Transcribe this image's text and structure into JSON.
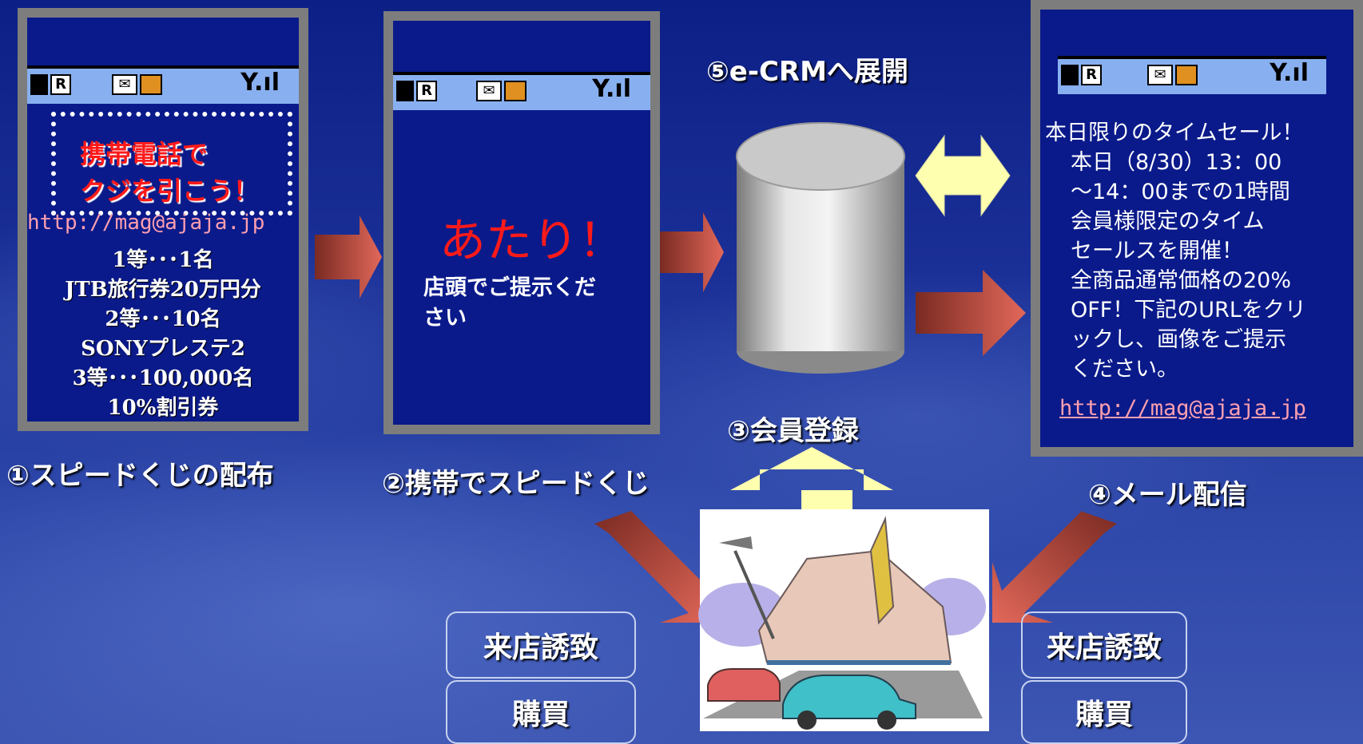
{
  "phone1": {
    "promo": [
      "携帯電話で",
      "クジを引こう！"
    ],
    "url": "http://mag@ajaja.jp",
    "prizes": [
      "1等･･･1名",
      "JTB旅行券20万円分",
      "2等･･･10名",
      "SONYプレステ2",
      "3等･･･100,000名",
      "10%割引券"
    ]
  },
  "phone2": {
    "win": "あたり！",
    "message": [
      "店頭でご提示くだ",
      "さい"
    ]
  },
  "phone3": {
    "lines": [
      "本日限りのタイムセール！",
      "本日（8/30）13：00",
      "～14：00までの1時間",
      "会員様限定のタイム",
      "セールスを開催！",
      "全商品通常価格の20%",
      "OFF！下記のURLをクリ",
      "ックし、画像をご提示",
      "ください。"
    ],
    "url": "http://mag@ajaja.jp"
  },
  "steps": {
    "s1": "①スピードくじの配布",
    "s2": "②携帯でスピードくじ",
    "s3": "③会員登録",
    "s4": "④メール配信",
    "s5": "⑤e-CRMへ展開"
  },
  "boxes": {
    "visit_left": "来店誘致",
    "buy_left": "購買",
    "visit_right": "来店誘致",
    "buy_right": "購買"
  },
  "colors": {
    "arrow_red": "#c0504d",
    "arrow_yellow": "#ffffb0",
    "promo_red": "#ff1a1a",
    "url_pink": "#ff9fb0"
  }
}
